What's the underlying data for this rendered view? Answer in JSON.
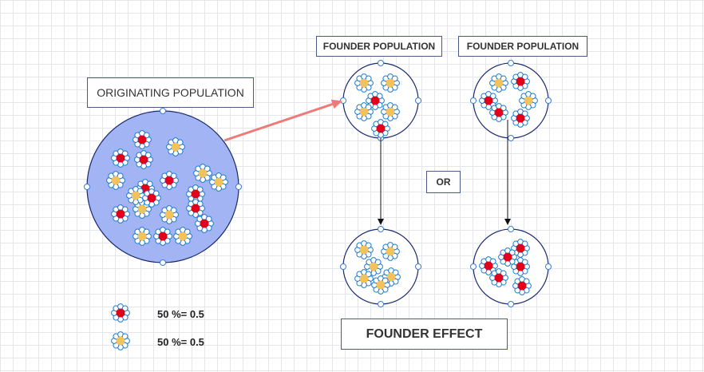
{
  "labels": {
    "originating": "ORIGINATING POPULATION",
    "founder_1": "FOUNDER POPULATION",
    "founder_2": "FOUNDER POPULATION",
    "or": "OR",
    "effect": "FOUNDER EFFECT"
  },
  "legend": [
    {
      "allele": "red",
      "text": "50 %= 0.5"
    },
    {
      "allele": "yellow",
      "text": "50 %= 0.5"
    }
  ],
  "colors": {
    "population_fill": "#a3b4f5",
    "circle_stroke": "#1a2a6c",
    "petal": "#ffffff",
    "petal_stroke": "#1e7ac8",
    "allele_red": "#e3001b",
    "allele_yellow": "#f2c25c",
    "migration_arrow": "#ee7b79",
    "arrow": "#111111"
  },
  "populations": {
    "originating": {
      "red": 11,
      "yellow": 9
    },
    "founder_1_before": {
      "red": 2,
      "yellow": 4
    },
    "founder_2_before": {
      "red": 4,
      "yellow": 2
    },
    "founder_1_after": {
      "red": 0,
      "yellow": 6
    },
    "founder_2_after": {
      "red": 6,
      "yellow": 0
    }
  }
}
